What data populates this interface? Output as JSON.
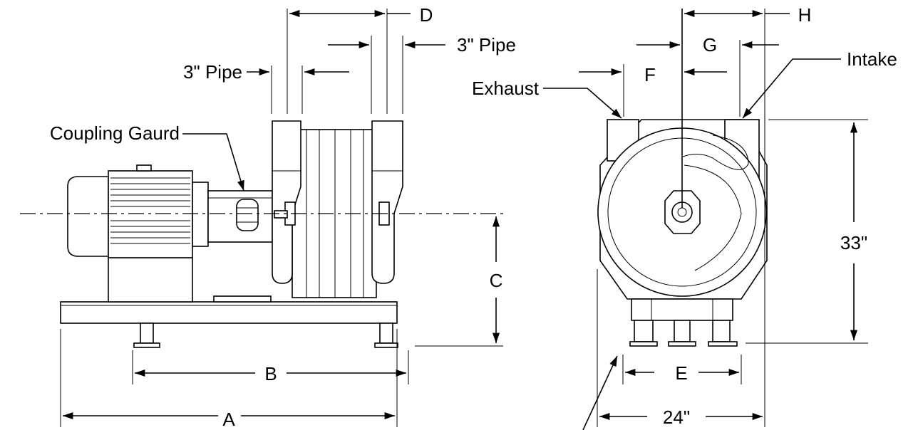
{
  "labels": {
    "dim_a": "A",
    "dim_b": "B",
    "dim_c": "C",
    "dim_d": "D",
    "dim_e": "E",
    "dim_f": "F",
    "dim_g": "G",
    "dim_h": "H",
    "height_33": "33\"",
    "width_24": "24\"",
    "pipe_left": "3\" Pipe",
    "pipe_right": "3\" Pipe",
    "exhaust": "Exhaust",
    "intake": "Intake",
    "coupling_guard": "Coupling Gaurd"
  }
}
